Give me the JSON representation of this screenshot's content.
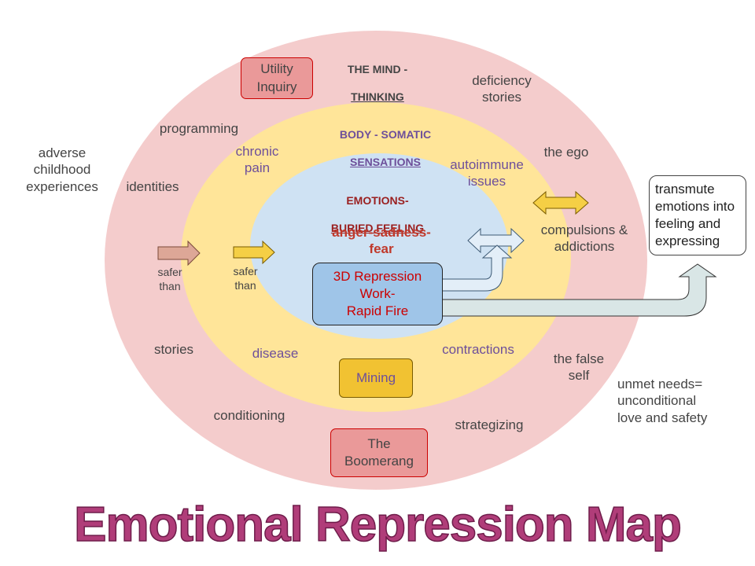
{
  "title": "Emotional Repression Map",
  "colors": {
    "outer_ring": "#f4cccc",
    "middle_ring": "#ffe599",
    "inner_ring": "#cfe2f3",
    "red_box": "#ea9999",
    "red_box_border": "#cc0000",
    "gold_box": "#f1c232",
    "blue_box": "#9fc5e8",
    "title": "#b03d79"
  },
  "rings": {
    "mind": {
      "line1": "THE MIND -",
      "line2": "THINKING"
    },
    "body": {
      "line1": "BODY - SOMATIC",
      "line2": "SENSATIONS"
    },
    "emotions": {
      "line1": "EMOTIONS-",
      "line2": "BURIED FEELING"
    }
  },
  "mind_items": {
    "deficiency_stories": "deficiency\nstories",
    "programming": "programming",
    "the_ego": "the ego",
    "identities": "identities",
    "compulsions": "compulsions &\naddictions",
    "stories": "stories",
    "false_self": "the false\nself",
    "conditioning": "conditioning",
    "strategizing": "strategizing"
  },
  "body_items": {
    "chronic_pain": "chronic\npain",
    "autoimmune": "autoimmune\nissues",
    "disease": "disease",
    "contractions": "contractions"
  },
  "emotion_items": {
    "anger": "anger-sadness-\nfear"
  },
  "outside": {
    "adverse": "adverse\nchildhood\nexperiences",
    "unmet_needs": "unmet needs=\nunconditional\nlove and safety"
  },
  "arrows": {
    "safer_1": "safer\nthan",
    "safer_2": "safer\nthan"
  },
  "boxes": {
    "utility": "Utility\nInquiry",
    "boomerang": "The\nBoomerang",
    "mining": "Mining",
    "repression": "3D Repression\nWork-\nRapid Fire",
    "transmute": "transmute\nemotions into\nfeeling and\nexpressing"
  }
}
